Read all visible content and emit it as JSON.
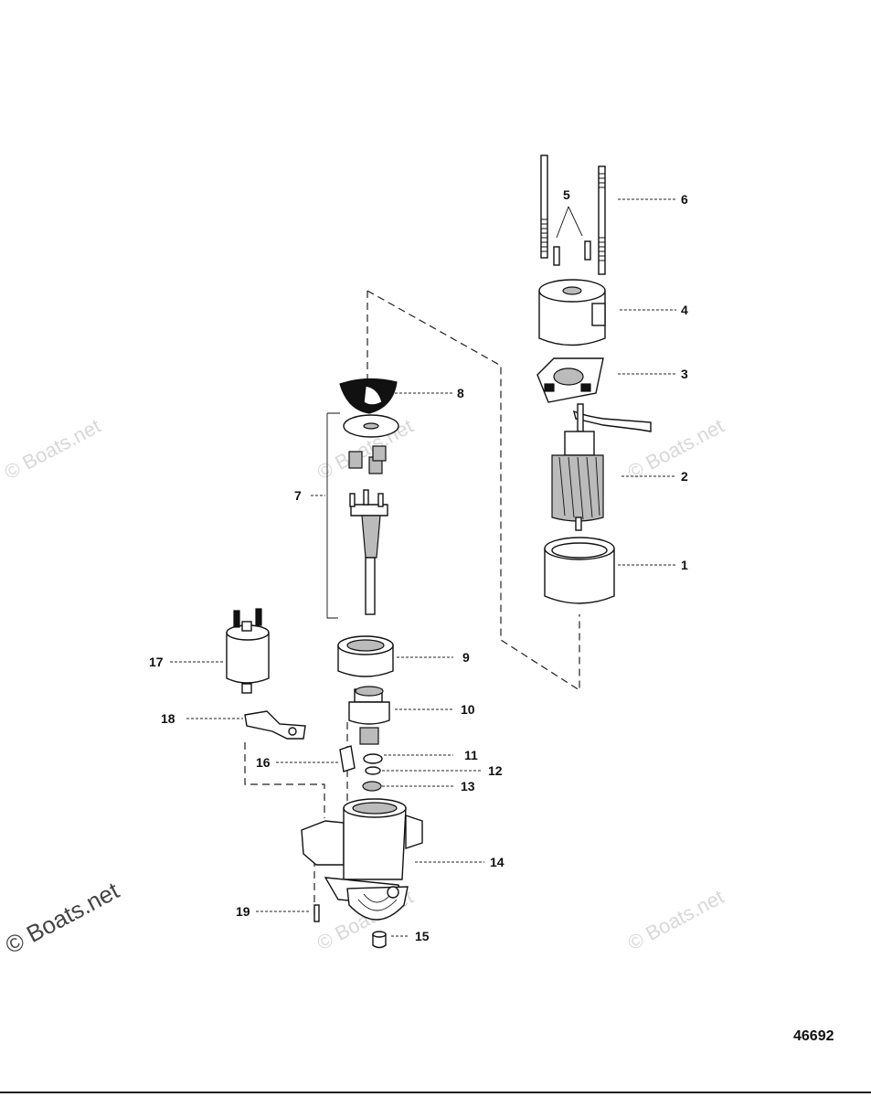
{
  "callouts": [
    {
      "number": "1"
    },
    {
      "number": "2"
    },
    {
      "number": "3"
    },
    {
      "number": "4"
    },
    {
      "number": "5"
    },
    {
      "number": "6"
    },
    {
      "number": "7"
    },
    {
      "number": "8"
    },
    {
      "number": "9"
    },
    {
      "number": "10"
    },
    {
      "number": "11"
    },
    {
      "number": "12"
    },
    {
      "number": "13"
    },
    {
      "number": "14"
    },
    {
      "number": "15"
    },
    {
      "number": "16"
    },
    {
      "number": "17"
    },
    {
      "number": "18"
    },
    {
      "number": "19"
    }
  ],
  "drawing_number": "46692",
  "watermark_text": "© Boats.net",
  "icons": {
    "part_glyphs": [
      "field-frame",
      "armature",
      "brush-plate",
      "end-cap",
      "screws",
      "through-bolts",
      "planetary-gear-shaft",
      "seal",
      "ring-gear",
      "drive-pinion",
      "snap-ring",
      "washer",
      "stop-collar",
      "drive-housing",
      "bushing",
      "plunger",
      "solenoid",
      "shift-lever",
      "pin"
    ]
  }
}
